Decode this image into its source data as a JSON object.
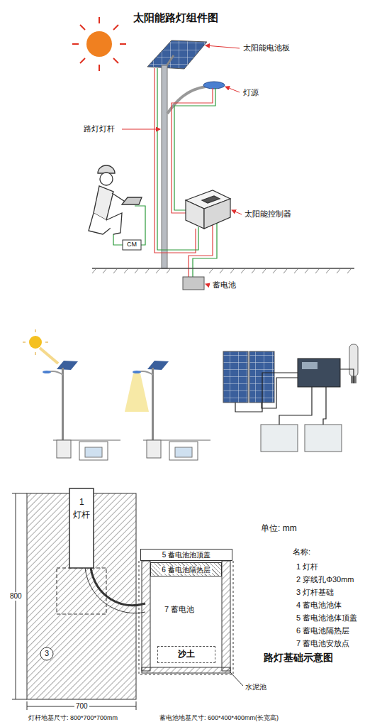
{
  "diagram": {
    "title": "太阳能路灯组件图",
    "nodes": [
      {
        "text": [
          "5 蓄电池池顶盖"
        ]
      },
      {
        "text": [
          "6 蓄电池隔热层"
        ]
      },
      {
        "text": [
          "沙土"
        ]
      }
    ],
    "labels": [
      "太阳能电池板",
      "灯源",
      "路灯灯杆",
      "太阳能控制器",
      "蓄电池",
      "CM",
      "1",
      "灯杆",
      "单位: mm",
      "名称:",
      "1 灯杆",
      "2 穿线孔Φ30mm",
      "3 灯杆基础",
      "4 蓄电池池体",
      "5 蓄电池池体顶盖",
      "6 蓄电池隔热层",
      "7 蓄电池安放点",
      "7 蓄电池",
      "3",
      "800",
      "700",
      "水泥池",
      "路灯基础示意图",
      "灯杆地基尺寸: 800*700*700mm",
      "蓄电池地基尺寸: 600*400*400mm(长宽高)"
    ]
  }
}
